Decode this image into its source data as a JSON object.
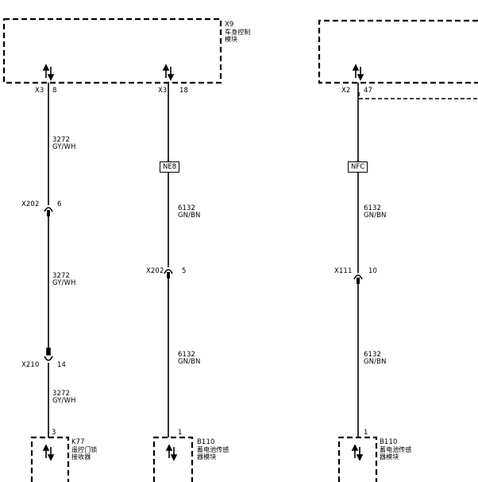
{
  "module_x9": {
    "ref": "X9",
    "name_line1": "车身控制",
    "name_line2": "模块"
  },
  "connectors": {
    "x3_a": {
      "name": "X3",
      "pin": "8"
    },
    "x3_b": {
      "name": "X3",
      "pin": "18"
    },
    "x2": {
      "name": "X2",
      "pin": "47"
    }
  },
  "wire_a": [
    {
      "circuit": "3272",
      "color": "GY/WH"
    },
    {
      "circuit": "3272",
      "color": "GY/WH"
    },
    {
      "circuit": "3272",
      "color": "GY/WH"
    }
  ],
  "wire_b": [
    {
      "circuit": "6132",
      "color": "GN/BN"
    },
    {
      "circuit": "6132",
      "color": "GN/BN"
    }
  ],
  "wire_c": [
    {
      "circuit": "6132",
      "color": "GN/BN"
    },
    {
      "circuit": "6132",
      "color": "GN/BN"
    }
  ],
  "inline_connectors": {
    "x202_a": {
      "name": "X202",
      "pin": "6"
    },
    "x210": {
      "name": "X210",
      "pin": "14"
    },
    "x202_b": {
      "name": "X202",
      "pin": "5"
    },
    "x111": {
      "name": "X111",
      "pin": "10"
    }
  },
  "splices": {
    "ne8": "NE8",
    "nfc": "NFC"
  },
  "components": {
    "k77": {
      "ref": "K77",
      "pin": "3",
      "name_line1": "遥控门锁",
      "name_line2": "接收器"
    },
    "b110_a": {
      "ref": "B110",
      "pin": "1",
      "name_line1": "蓄电池传感",
      "name_line2": "器模块"
    },
    "b110_b": {
      "ref": "B110",
      "pin": "1",
      "name_line1": "蓄电池传感",
      "name_line2": "器模块"
    }
  }
}
